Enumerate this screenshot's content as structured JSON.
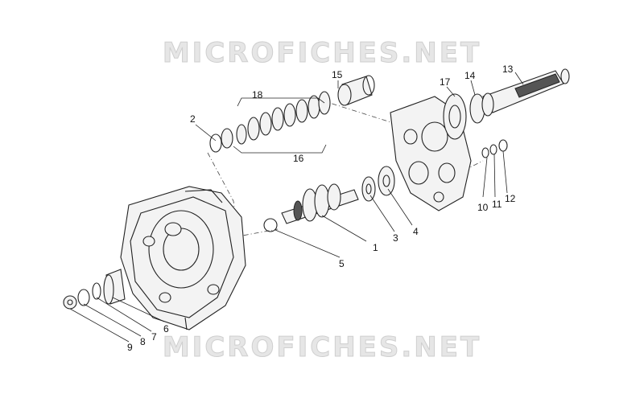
{
  "watermark": {
    "top": "MICROFICHES.NET",
    "bottom": "MICROFICHES.NET"
  },
  "callouts": [
    "1",
    "2",
    "3",
    "4",
    "5",
    "6",
    "7",
    "8",
    "9",
    "10",
    "11",
    "12",
    "13",
    "14",
    "15",
    "16",
    "17",
    "18"
  ]
}
